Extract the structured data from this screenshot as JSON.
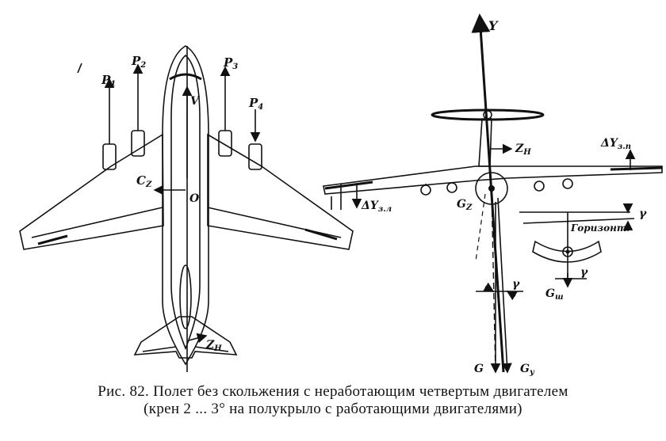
{
  "figure": {
    "caption_line1": "Рис. 82. Полет без скольжения с неработающим четвертым двигателем",
    "caption_line2": "(крен 2 ... 3° на полукрыло с работающими двигателями)"
  },
  "top_view": {
    "p1": "P",
    "p1_sub": "1",
    "p2": "P",
    "p2_sub": "2",
    "p3": "P",
    "p3_sub": "3",
    "p4": "P",
    "p4_sub": "4",
    "v": "V",
    "cz": "C",
    "cz_sub": "Z",
    "o": "O",
    "zn": "Z",
    "zn_sub": "H"
  },
  "front_view": {
    "y": "Y",
    "zn": "Z",
    "zn_sub": "H",
    "dy_right": "ΔY",
    "dy_right_sub": "з.п",
    "dy_left": "ΔY",
    "dy_left_sub": "з.л",
    "gz": "G",
    "gz_sub": "Z",
    "gamma1": "γ",
    "g": "G",
    "gy": "G",
    "gy_sub": "y"
  },
  "inset": {
    "gamma_top": "γ",
    "horizon": "Горизонт",
    "gamma_bottom": "γ",
    "gsh": "G",
    "gsh_sub": "ш"
  }
}
